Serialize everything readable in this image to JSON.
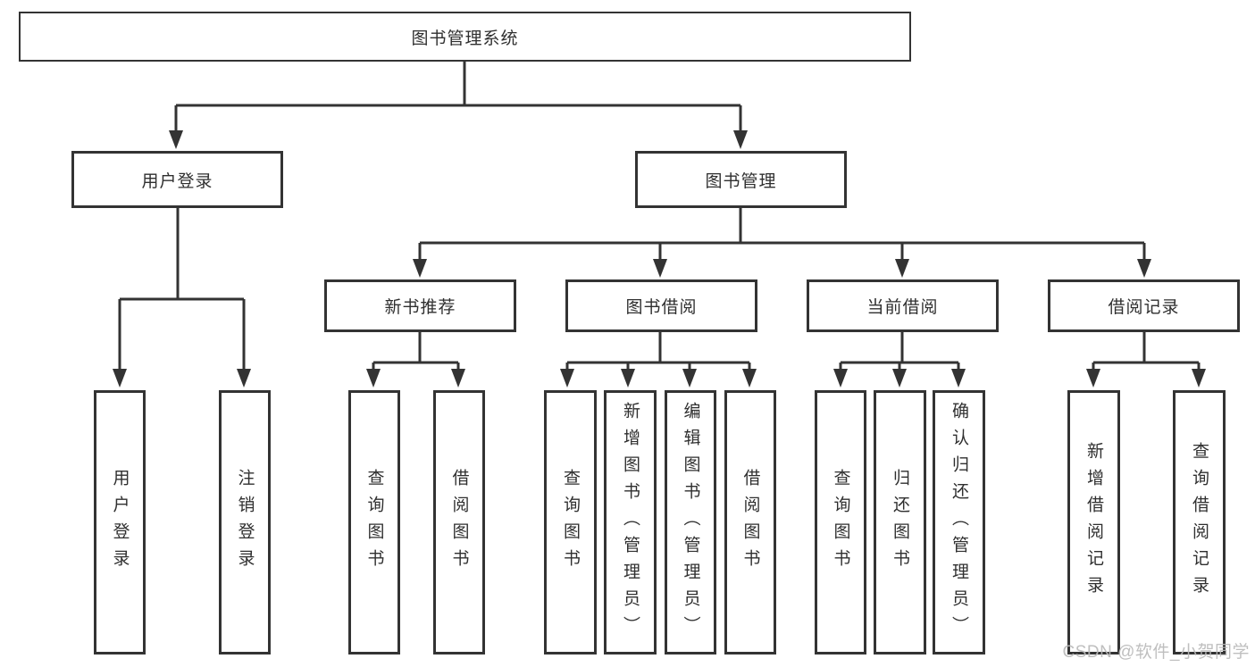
{
  "diagram": {
    "root_label": "图书管理系统",
    "level2": [
      "用户登录",
      "图书管理"
    ],
    "level3": [
      "新书推荐",
      "图书借阅",
      "当前借阅",
      "借阅记录"
    ],
    "leaves_user": [
      "用户登录",
      "注销登录"
    ],
    "leaves_recommend": [
      "查询图书",
      "借阅图书"
    ],
    "leaves_borrow": [
      "查询图书",
      "新增图书（管理员）",
      "编辑图书（管理员）",
      "借阅图书"
    ],
    "leaves_current": [
      "查询图书",
      "归还图书",
      "确认归还（管理员）"
    ],
    "leaves_records": [
      "新增借阅记录",
      "查询借阅记录"
    ],
    "colors": {
      "line": "#333333",
      "box_border": "#333333",
      "box_fill": "#ffffff",
      "watermark": "#bababa"
    },
    "watermark_text": "CSDN @软件_小贺同学"
  }
}
